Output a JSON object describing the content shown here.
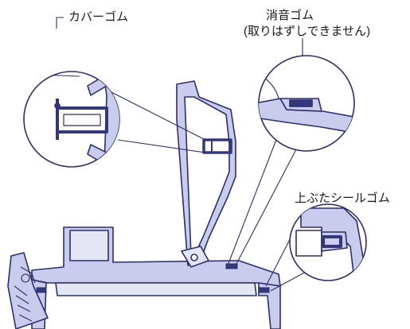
{
  "labels": {
    "cover_rubber": "カバーゴム",
    "silencer_rubber": "消音ゴム",
    "silencer_note": "(取りはずしできません)",
    "lid_seal_rubber": "上ぶたシールゴム"
  },
  "colors": {
    "outline": "#2b2f6b",
    "fill": "#c9ccec",
    "fill_light": "#e4e6f6",
    "rubber": "#33387a",
    "background": "#ffffff"
  }
}
